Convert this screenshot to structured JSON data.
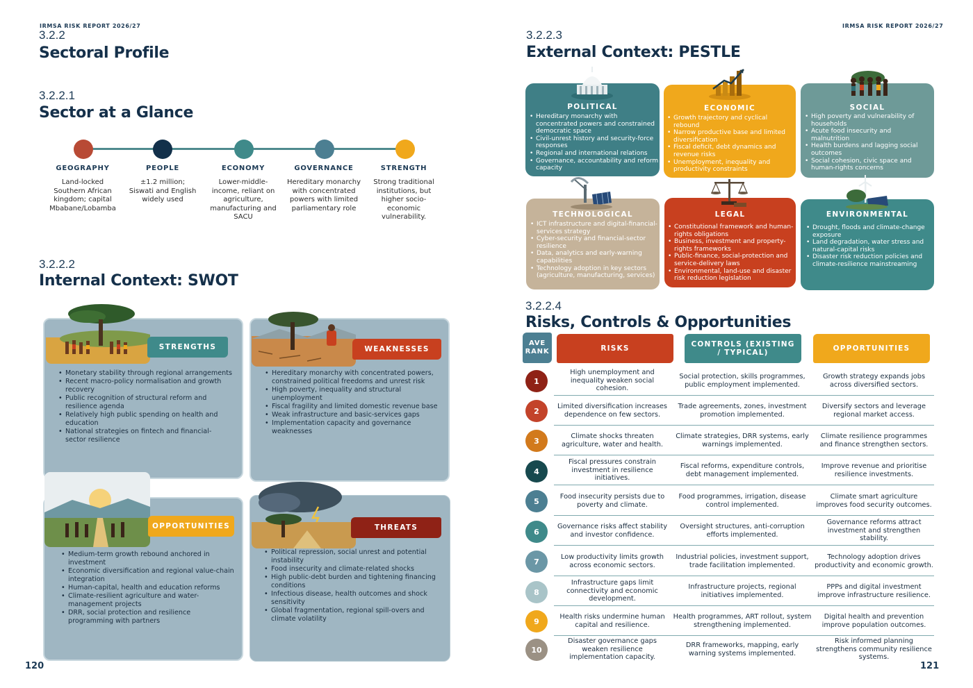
{
  "header": {
    "left": "IRMSA RISK REPORT 2026/27",
    "right": "IRMSA RISK REPORT 2026/27",
    "page_left": "120",
    "page_right": "121"
  },
  "sectoral_profile": {
    "number": "3.2.2",
    "title": "Sectoral Profile"
  },
  "glance": {
    "number": "3.2.2.1",
    "title": "Sector at a Glance",
    "items": [
      {
        "label": "GEOGRAPHY",
        "text": "Land-locked Southern African kingdom; capital Mbabane/Lobamba",
        "color": "#b84a35"
      },
      {
        "label": "PEOPLE",
        "text": "±1.2 million; Siswati and English widely used",
        "color": "#12304a"
      },
      {
        "label": "ECONOMY",
        "text": "Lower-middle-income, reliant on agriculture, manufacturing and SACU",
        "color": "#3f8a8a"
      },
      {
        "label": "GOVERNANCE",
        "text": "Hereditary monarchy with concentrated powers with limited parliamentary role",
        "color": "#4c7f92"
      },
      {
        "label": "STRENGTH",
        "text": "Strong traditional institutions, but higher socio-economic vulnerability.",
        "color": "#f0a81c"
      }
    ]
  },
  "swot": {
    "number": "3.2.2.2",
    "title": "Internal Context: SWOT",
    "quadrants": [
      {
        "label": "STRENGTHS",
        "color": "#3f8a8a",
        "items": [
          "Monetary stability through regional arrangements",
          "Recent macro-policy normalisation and growth recovery",
          "Public recognition of structural reform and resilience agenda",
          "Relatively high public spending on health and education",
          "National strategies on fintech and financial-sector resilience"
        ]
      },
      {
        "label": "WEAKNESSES",
        "color": "#c8401f",
        "items": [
          "Hereditary monarchy with concentrated powers, constrained political freedoms and unrest risk",
          "High poverty, inequality and structural unemployment",
          "Fiscal fragility and limited domestic revenue base",
          "Weak infrastructure and basic-services gaps",
          "Implementation capacity and governance weaknesses"
        ]
      },
      {
        "label": "OPPORTUNITIES",
        "color": "#f0a81c",
        "items": [
          "Medium-term growth rebound anchored in investment",
          "Economic diversification and regional value-chain integration",
          "Human-capital, health and education reforms",
          "Climate-resilient agriculture and water-management projects",
          "DRR, social protection and resilience programming with partners"
        ]
      },
      {
        "label": "THREATS",
        "color": "#8f2216",
        "items": [
          "Political repression, social unrest and potential instability",
          "Food insecurity and climate-related shocks",
          "High public-debt burden and tightening financing conditions",
          "Infectious disease, health outcomes and shock sensitivity",
          "Global fragmentation, regional spill-overs and climate volatility"
        ]
      }
    ]
  },
  "pestle": {
    "number": "3.2.2.3",
    "title": "External Context: PESTLE",
    "cards": [
      {
        "label": "POLITICAL",
        "color": "#3f7f86",
        "items": [
          "Hereditary monarchy with concentrated powers and constrained democratic space",
          "Civil-unrest history and security-force responses",
          "Regional and international relations",
          "Governance, accountability and reform capacity"
        ]
      },
      {
        "label": "ECONOMIC",
        "color": "#f0a81c",
        "items": [
          "Growth trajectory and cyclical rebound",
          "Narrow productive base and limited diversification",
          "Fiscal deficit, debt dynamics and revenue risks",
          "Unemployment, inequality and productivity constraints"
        ]
      },
      {
        "label": "SOCIAL",
        "color": "#6e9a98",
        "items": [
          "High poverty and vulnerability of households",
          "Acute food insecurity and malnutrition",
          "Health burdens and lagging social outcomes",
          "Social cohesion, civic space and human-rights concerns"
        ]
      },
      {
        "label": "TECHNOLOGICAL",
        "color": "#c5b39a",
        "items": [
          "ICT infrastructure and digital-financial-services strategy",
          "Cyber-security and financial-sector resilience",
          "Data, analytics and early-warning capabilities",
          "Technology adoption in key sectors (agriculture, manufacturing, services)"
        ]
      },
      {
        "label": "LEGAL",
        "color": "#c8401f",
        "items": [
          "Constitutional framework and human-rights obligations",
          "Business, investment and property-rights frameworks",
          "Public-finance, social-protection and service-delivery laws",
          "Environmental, land-use and disaster risk reduction legislation"
        ]
      },
      {
        "label": "ENVIRONMENTAL",
        "color": "#3f8a8a",
        "items": [
          "Drought, floods and climate-change exposure",
          "Land degradation, water stress and natural-capital risks",
          "Disaster risk reduction policies and climate-resilience mainstreaming"
        ]
      }
    ]
  },
  "risks": {
    "number": "3.2.2.4",
    "title": "Risks, Controls & Opportunities",
    "headers": {
      "rank": "AVE RANK",
      "risks": "RISKS",
      "controls": "CONTROLS (EXISTING / TYPICAL)",
      "opportunities": "OPPORTUNITIES"
    },
    "header_colors": {
      "rank": "#4c7f92",
      "risks": "#c8401f",
      "controls": "#3f8a8a",
      "opportunities": "#f0a81c"
    },
    "rows": [
      {
        "rank": "1",
        "color": "#8f2216",
        "risk": "High unemployment and inequality weaken social cohesion.",
        "control": "Social protection, skills programmes, public employment implemented.",
        "opportunity": "Growth strategy expands jobs across diversified sectors."
      },
      {
        "rank": "2",
        "color": "#c3432a",
        "risk": "Limited diversification increases dependence on few sectors.",
        "control": "Trade agreements, zones, investment promotion implemented.",
        "opportunity": "Diversify sectors and leverage regional market access."
      },
      {
        "rank": "3",
        "color": "#d27a1c",
        "risk": "Climate shocks threaten agriculture, water and health.",
        "control": "Climate strategies, DRR systems, early warnings implemented.",
        "opportunity": "Climate resilience programmes and finance strengthen sectors."
      },
      {
        "rank": "4",
        "color": "#17494e",
        "risk": "Fiscal pressures constrain investment in resilience initiatives.",
        "control": "Fiscal reforms, expenditure controls, debt management implemented.",
        "opportunity": "Improve revenue and prioritise resilience investments."
      },
      {
        "rank": "5",
        "color": "#4c7f92",
        "risk": "Food insecurity persists due to poverty and climate.",
        "control": "Food programmes, irrigation, disease control implemented.",
        "opportunity": "Climate smart agriculture improves food security outcomes."
      },
      {
        "rank": "6",
        "color": "#3f8a8a",
        "risk": "Governance risks affect stability and investor confidence.",
        "control": "Oversight structures, anti-corruption efforts implemented.",
        "opportunity": "Governance reforms attract investment and strengthen stability."
      },
      {
        "rank": "7",
        "color": "#6b97a6",
        "risk": "Low productivity limits growth across economic sectors.",
        "control": "Industrial policies, investment support, trade facilitation implemented.",
        "opportunity": "Technology adoption drives productivity and economic growth."
      },
      {
        "rank": "8",
        "color": "#a9c4c8",
        "risk": "Infrastructure gaps limit connectivity and economic development.",
        "control": "Infrastructure projects, regional initiatives implemented.",
        "opportunity": "PPPs and digital investment improve infrastructure resilience."
      },
      {
        "rank": "9",
        "color": "#f0a81c",
        "risk": "Health risks undermine human capital and resilience.",
        "control": "Health programmes, ART rollout, system strengthening implemented.",
        "opportunity": "Digital health and prevention improve population outcomes."
      },
      {
        "rank": "10",
        "color": "#9b9184",
        "risk": "Disaster governance gaps weaken resilience implementation capacity.",
        "control": "DRR frameworks, mapping, early warning systems implemented.",
        "opportunity": "Risk informed planning strengthens community resilience systems."
      }
    ]
  },
  "icons": [
    "capitol-building-icon",
    "growth-chart-icon",
    "people-group-icon",
    "satellite-solar-icon",
    "justice-scales-icon",
    "wind-solar-icon",
    "acacia-tree-icon",
    "storm-cloud-icon"
  ]
}
